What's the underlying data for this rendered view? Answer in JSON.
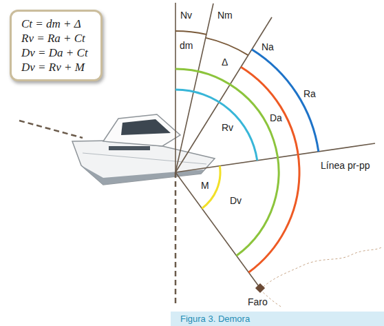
{
  "diagram": {
    "caption": "Figura 3. Demora",
    "nodes": [
      {
        "text": [
          "Ct = dm + Δ",
          "Rv = Ra + Ct",
          "Dv = Da + Ct",
          "Dv = Rv + M"
        ]
      }
    ],
    "labels": [
      "Nv",
      "Nm",
      "Na",
      "dm",
      "Δ",
      "Ra",
      "Da",
      "Rv",
      "M",
      "Dv",
      "Línea pr-pp",
      "Faro"
    ]
  }
}
